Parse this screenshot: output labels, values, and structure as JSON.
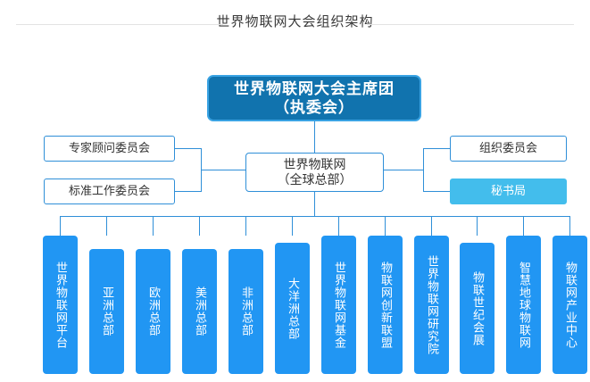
{
  "header": {
    "title": "世界物联网大会组织架构"
  },
  "colors": {
    "accent": "#2f8fd8",
    "chair_fill": "#1173ae",
    "chair_border": "#3aa3e3",
    "child_fill": "#2196f3",
    "secretariat_fill": "#43bdec",
    "text_dark": "#333333"
  },
  "chart": {
    "chair": {
      "line1": "世界物联网大会主席团",
      "line2": "（执委会）"
    },
    "headquarters": {
      "line1": "世界物联网",
      "line2": "（全球总部）"
    },
    "left_nodes": [
      {
        "label": "专家顾问委员会"
      },
      {
        "label": "标准工作委员会"
      }
    ],
    "right_nodes": [
      {
        "label": "组织委员会",
        "style": "outline"
      },
      {
        "label": "秘书局",
        "style": "filled"
      }
    ],
    "children": [
      {
        "label": "世界物联网平台"
      },
      {
        "label": "亚洲总部"
      },
      {
        "label": "欧洲总部"
      },
      {
        "label": "美洲总部"
      },
      {
        "label": "非洲总部"
      },
      {
        "label": "大洋洲总部"
      },
      {
        "label": "世界物联网基金"
      },
      {
        "label": "物联网创新联盟"
      },
      {
        "label": "世界物联网研究院"
      },
      {
        "label": "物联世纪会展"
      },
      {
        "label": "智慧地球物联网"
      },
      {
        "label": "物联网产业中心"
      }
    ]
  }
}
